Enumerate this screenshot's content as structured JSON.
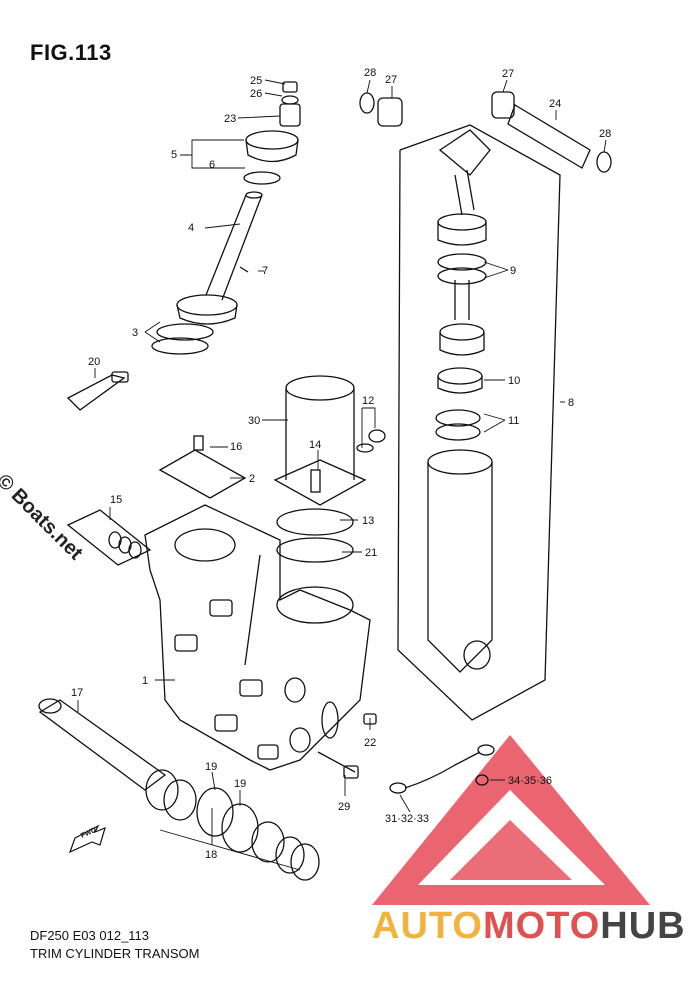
{
  "figure": {
    "title": "FIG.113"
  },
  "captions": {
    "line1": "DF250 E03 012_113",
    "line2": "TRIM CYLINDER TRANSOM"
  },
  "watermark": {
    "text": "© Boats.net"
  },
  "brand": {
    "part1": "AUTO",
    "part2": "MOTO",
    "part3": "HUB",
    "colors": {
      "part1": "#f2b33d",
      "part2": "#e05050",
      "part3": "#444444",
      "triangle": "#e8545f"
    }
  },
  "callouts": {
    "c25": "25",
    "c26": "26",
    "c23": "23",
    "c5": "5",
    "c6": "6",
    "c4": "4",
    "c7": "7",
    "c3": "3",
    "c20": "20",
    "c16": "16",
    "c2": "2",
    "c15": "15",
    "c1": "1",
    "c17": "17",
    "c18": "18",
    "c19a": "19",
    "c19b": "19",
    "c30": "30",
    "c12": "12",
    "c14": "14",
    "c13": "13",
    "c21": "21",
    "c22": "22",
    "c29": "29",
    "c28a": "28",
    "c27a": "27",
    "c27b": "27",
    "c24": "24",
    "c28b": "28",
    "c9": "9",
    "c10": "10",
    "c11": "11",
    "c8": "8",
    "c31_33": "31·32·33",
    "c34_36": "34·35·36"
  },
  "fwd_label": "FWD"
}
